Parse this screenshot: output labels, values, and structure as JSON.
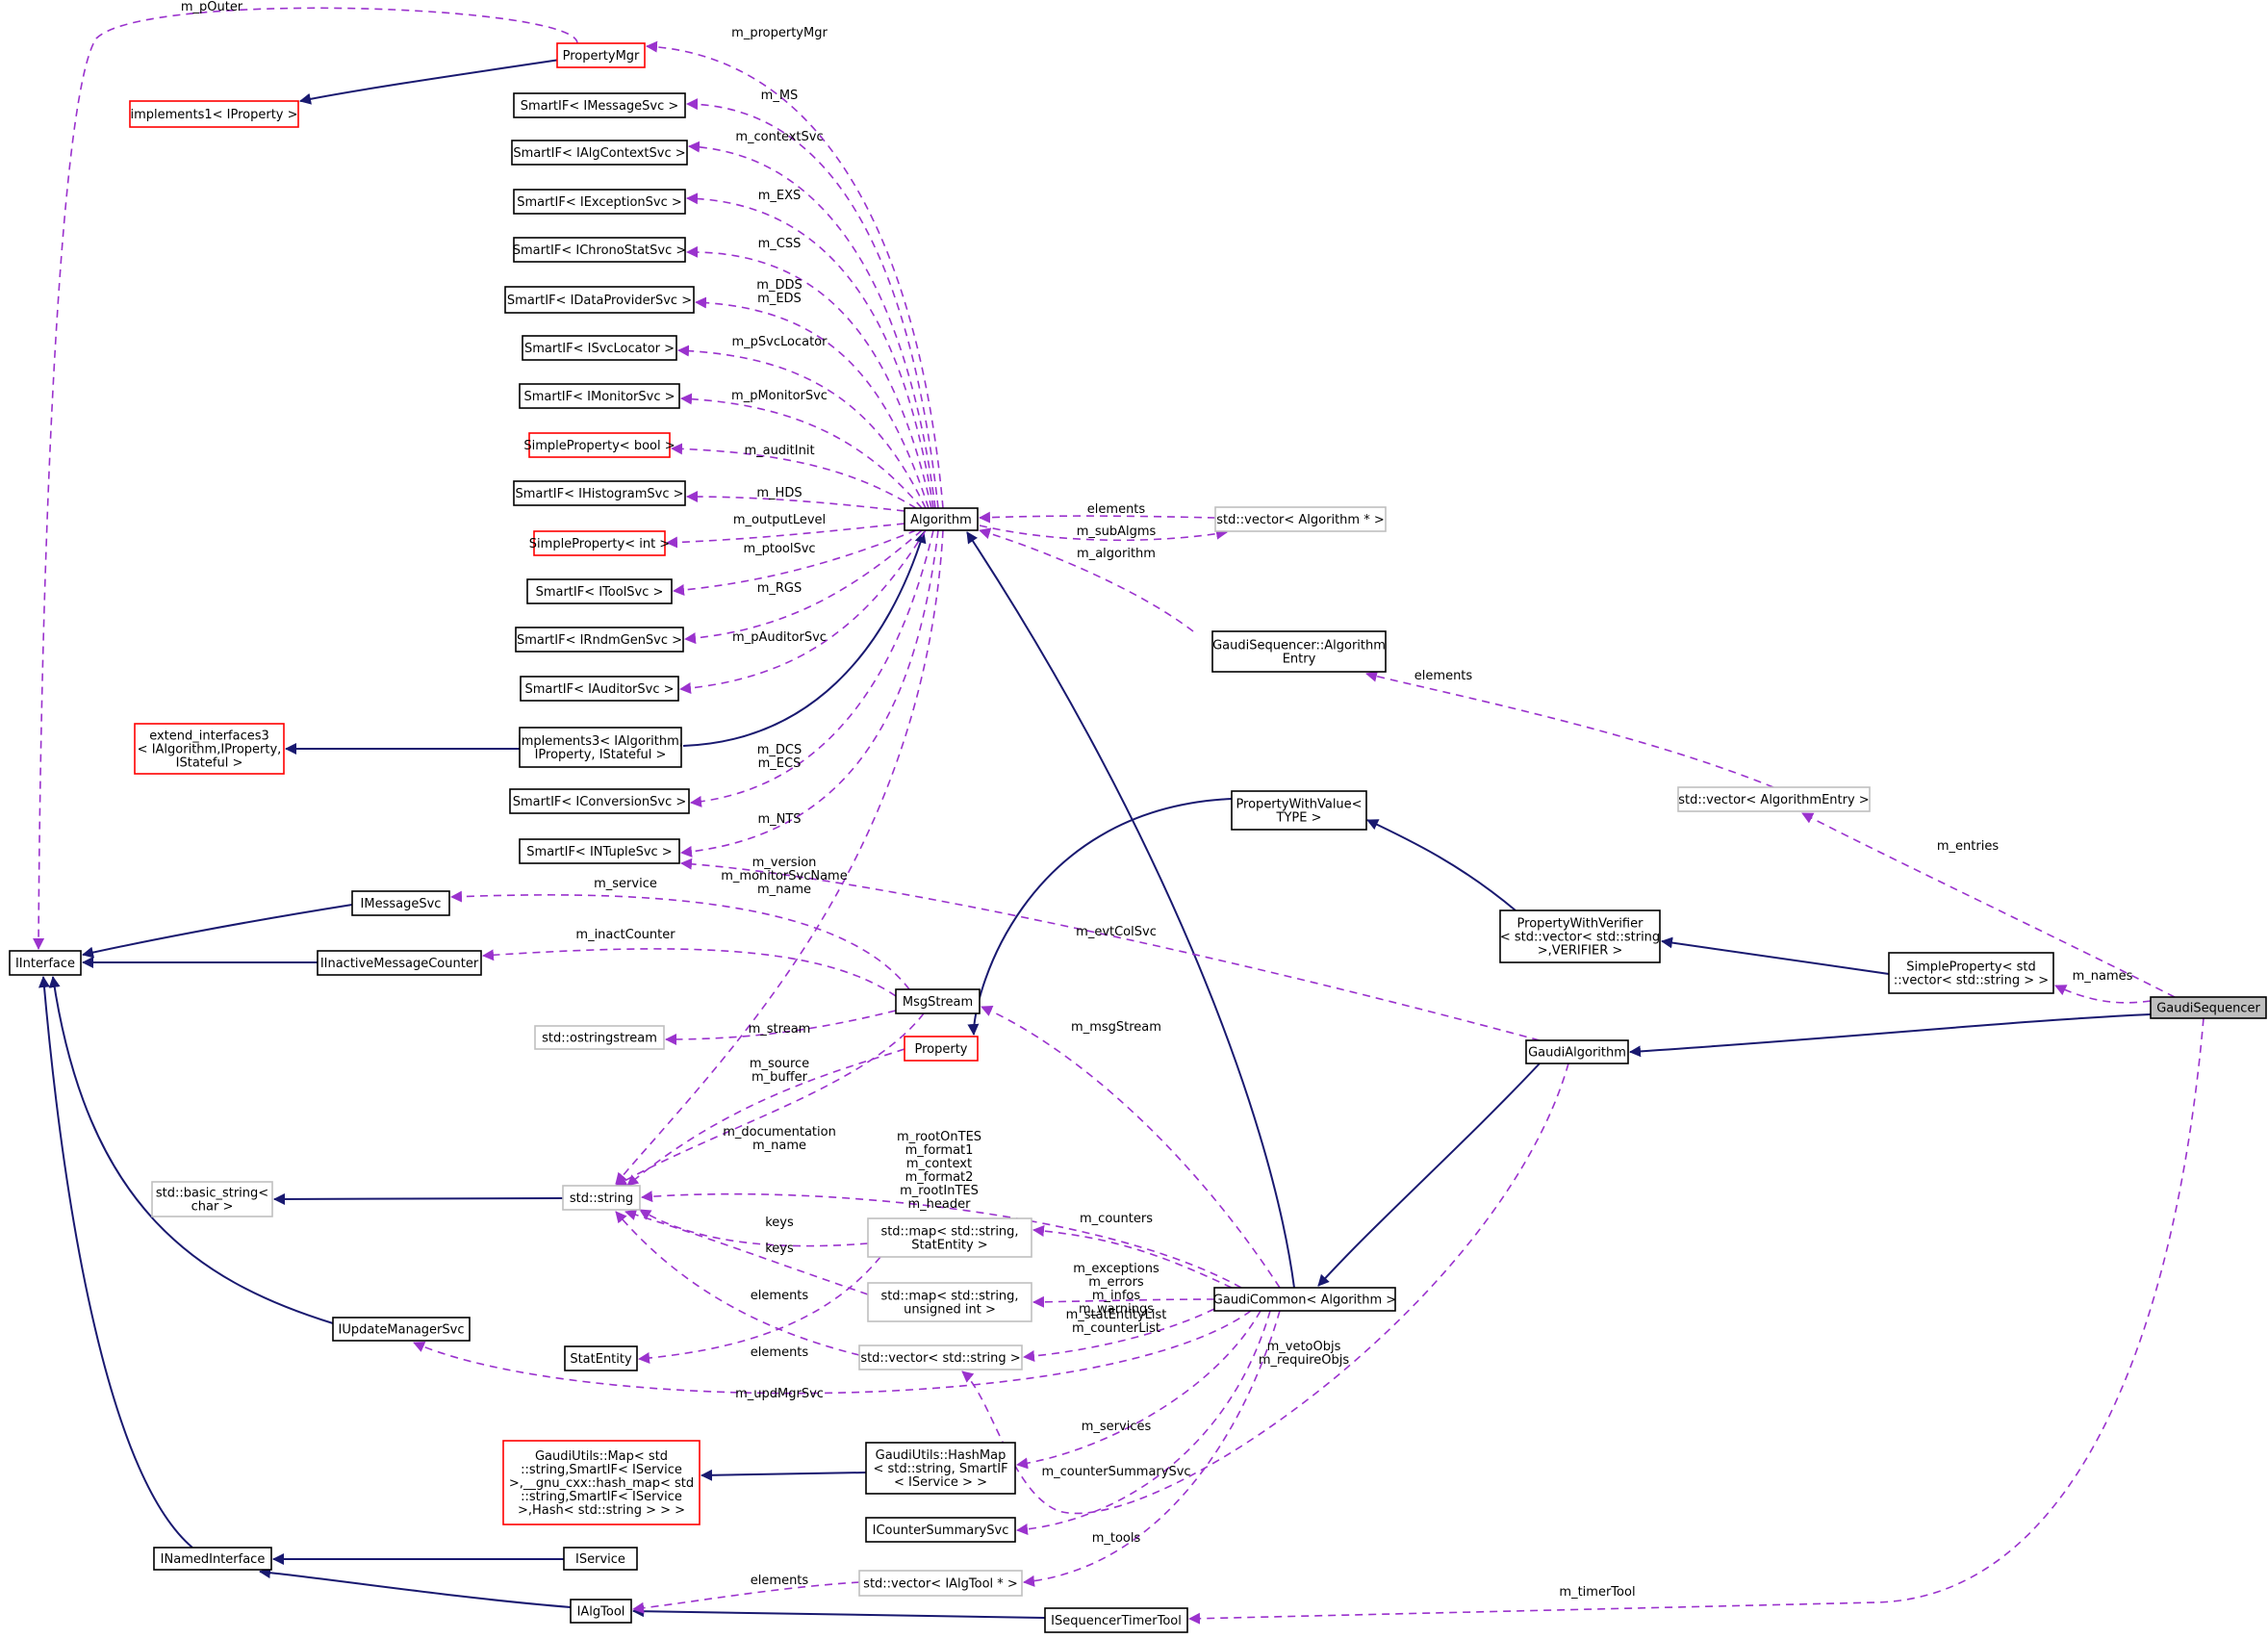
{
  "nodes": [
    {
      "id": "GaudiSequencer",
      "lines": [
        "GaudiSequencer"
      ],
      "style": "highlight"
    },
    {
      "id": "GaudiAlgorithm",
      "lines": [
        "GaudiAlgorithm"
      ],
      "style": "normal"
    },
    {
      "id": "GaudiCommon",
      "lines": [
        "GaudiCommon< Algorithm >"
      ],
      "style": "normal"
    },
    {
      "id": "Algorithm",
      "lines": [
        "Algorithm"
      ],
      "style": "normal"
    },
    {
      "id": "PropertyMgr",
      "lines": [
        "PropertyMgr"
      ],
      "style": "red"
    },
    {
      "id": "implements1",
      "lines": [
        "implements1< IProperty >"
      ],
      "style": "red"
    },
    {
      "id": "IInterface",
      "lines": [
        "IInterface"
      ],
      "style": "normal"
    },
    {
      "id": "SmartIF_IMessageSvc",
      "lines": [
        "SmartIF< IMessageSvc >"
      ],
      "style": "normal"
    },
    {
      "id": "SmartIF_IAlgContextSvc",
      "lines": [
        "SmartIF< IAlgContextSvc >"
      ],
      "style": "normal"
    },
    {
      "id": "SmartIF_IExceptionSvc",
      "lines": [
        "SmartIF< IExceptionSvc >"
      ],
      "style": "normal"
    },
    {
      "id": "SmartIF_IChronoStatSvc",
      "lines": [
        "SmartIF< IChronoStatSvc >"
      ],
      "style": "normal"
    },
    {
      "id": "SmartIF_IDataProviderSvc",
      "lines": [
        "SmartIF< IDataProviderSvc >"
      ],
      "style": "normal"
    },
    {
      "id": "SmartIF_ISvcLocator",
      "lines": [
        "SmartIF< ISvcLocator >"
      ],
      "style": "normal"
    },
    {
      "id": "SmartIF_IMonitorSvc",
      "lines": [
        "SmartIF< IMonitorSvc >"
      ],
      "style": "normal"
    },
    {
      "id": "SimpleProperty_bool",
      "lines": [
        "SimpleProperty< bool >"
      ],
      "style": "red"
    },
    {
      "id": "SmartIF_IHistogramSvc",
      "lines": [
        "SmartIF< IHistogramSvc >"
      ],
      "style": "normal"
    },
    {
      "id": "SimpleProperty_int",
      "lines": [
        "SimpleProperty< int >"
      ],
      "style": "red"
    },
    {
      "id": "SmartIF_IToolSvc",
      "lines": [
        "SmartIF< IToolSvc >"
      ],
      "style": "normal"
    },
    {
      "id": "SmartIF_IRndmGenSvc",
      "lines": [
        "SmartIF< IRndmGenSvc >"
      ],
      "style": "normal"
    },
    {
      "id": "SmartIF_IAuditorSvc",
      "lines": [
        "SmartIF< IAuditorSvc >"
      ],
      "style": "normal"
    },
    {
      "id": "implements3",
      "lines": [
        "implements3< IAlgorithm,",
        "IProperty, IStateful >"
      ],
      "style": "normal"
    },
    {
      "id": "extend_interfaces3",
      "lines": [
        "extend_interfaces3",
        "< IAlgorithm,IProperty,",
        "IStateful >"
      ],
      "style": "red"
    },
    {
      "id": "SmartIF_IConversionSvc",
      "lines": [
        "SmartIF< IConversionSvc >"
      ],
      "style": "normal"
    },
    {
      "id": "SmartIF_INTupleSvc",
      "lines": [
        "SmartIF< INTupleSvc >"
      ],
      "style": "normal"
    },
    {
      "id": "IMessageSvc",
      "lines": [
        "IMessageSvc"
      ],
      "style": "normal"
    },
    {
      "id": "IInactiveMessageCounter",
      "lines": [
        "IInactiveMessageCounter"
      ],
      "style": "normal"
    },
    {
      "id": "MsgStream",
      "lines": [
        "MsgStream"
      ],
      "style": "normal"
    },
    {
      "id": "ostringstream",
      "lines": [
        "std::ostringstream"
      ],
      "style": "grey"
    },
    {
      "id": "Property",
      "lines": [
        "Property"
      ],
      "style": "red"
    },
    {
      "id": "std_string",
      "lines": [
        "std::string"
      ],
      "style": "grey"
    },
    {
      "id": "basic_string",
      "lines": [
        "std::basic_string<",
        "char >"
      ],
      "style": "grey"
    },
    {
      "id": "map_StatEntity",
      "lines": [
        "std::map< std::string,",
        "StatEntity >"
      ],
      "style": "grey"
    },
    {
      "id": "map_uint",
      "lines": [
        "std::map< std::string,",
        "unsigned int >"
      ],
      "style": "grey"
    },
    {
      "id": "vector_string",
      "lines": [
        "std::vector< std::string >"
      ],
      "style": "grey"
    },
    {
      "id": "StatEntity",
      "lines": [
        "StatEntity"
      ],
      "style": "normal"
    },
    {
      "id": "IUpdateManagerSvc",
      "lines": [
        "IUpdateManagerSvc"
      ],
      "style": "normal"
    },
    {
      "id": "GaudiUtilsMap",
      "lines": [
        "GaudiUtils::Map< std",
        "::string,SmartIF< IService",
        ">,__gnu_cxx::hash_map< std",
        "::string,SmartIF< IService",
        ">,Hash< std::string > > >"
      ],
      "style": "red"
    },
    {
      "id": "HashMap",
      "lines": [
        "GaudiUtils::HashMap",
        "< std::string, SmartIF",
        "< IService > >"
      ],
      "style": "normal"
    },
    {
      "id": "ICounterSummarySvc",
      "lines": [
        "ICounterSummarySvc"
      ],
      "style": "normal"
    },
    {
      "id": "INamedInterface",
      "lines": [
        "INamedInterface"
      ],
      "style": "normal"
    },
    {
      "id": "IService",
      "lines": [
        "IService"
      ],
      "style": "normal"
    },
    {
      "id": "IAlgTool",
      "lines": [
        "IAlgTool"
      ],
      "style": "normal"
    },
    {
      "id": "vector_IAlgTool",
      "lines": [
        "std::vector< IAlgTool * >"
      ],
      "style": "grey"
    },
    {
      "id": "ISequencerTimerTool",
      "lines": [
        "ISequencerTimerTool"
      ],
      "style": "normal"
    },
    {
      "id": "vector_Algorithm",
      "lines": [
        "std::vector< Algorithm * >"
      ],
      "style": "grey"
    },
    {
      "id": "AlgorithmEntry",
      "lines": [
        "GaudiSequencer::Algorithm",
        "Entry"
      ],
      "style": "normal"
    },
    {
      "id": "vector_AlgorithmEntry",
      "lines": [
        "std::vector< AlgorithmEntry >"
      ],
      "style": "grey"
    },
    {
      "id": "PropertyWithValue",
      "lines": [
        "PropertyWithValue<",
        "TYPE >"
      ],
      "style": "normal"
    },
    {
      "id": "PropertyWithVerifier",
      "lines": [
        "PropertyWithVerifier",
        "< std::vector< std::string",
        ">,VERIFIER >"
      ],
      "style": "normal"
    },
    {
      "id": "SimpleProperty_vector",
      "lines": [
        "SimpleProperty< std",
        "::vector< std::string > >"
      ],
      "style": "normal"
    }
  ],
  "edges": [
    {
      "type": "inherit",
      "from": "GaudiSequencer",
      "to": "GaudiAlgorithm",
      "label": []
    },
    {
      "type": "inherit",
      "from": "GaudiAlgorithm",
      "to": "GaudiCommon",
      "label": []
    },
    {
      "type": "inherit",
      "from": "GaudiCommon",
      "to": "Algorithm",
      "label": []
    },
    {
      "type": "inherit",
      "from": "implements3",
      "to": "Algorithm",
      "label": []
    },
    {
      "type": "inherit",
      "from": "implements3",
      "to": "extend_interfaces3",
      "label": []
    },
    {
      "type": "inherit",
      "from": "PropertyMgr",
      "to": "implements1",
      "label": []
    },
    {
      "type": "inherit",
      "from": "IMessageSvc",
      "to": "IInterface",
      "label": []
    },
    {
      "type": "inherit",
      "from": "IInactiveMessageCounter",
      "to": "IInterface",
      "label": []
    },
    {
      "type": "inherit",
      "from": "IUpdateManagerSvc",
      "to": "IInterface",
      "label": []
    },
    {
      "type": "inherit",
      "from": "INamedInterface",
      "to": "IInterface",
      "label": []
    },
    {
      "type": "inherit",
      "from": "IService",
      "to": "INamedInterface",
      "label": []
    },
    {
      "type": "inherit",
      "from": "IAlgTool",
      "to": "INamedInterface",
      "label": []
    },
    {
      "type": "inherit",
      "from": "ISequencerTimerTool",
      "to": "IAlgTool",
      "label": []
    },
    {
      "type": "inherit",
      "from": "std_string",
      "to": "basic_string",
      "label": []
    },
    {
      "type": "inherit",
      "from": "HashMap",
      "to": "GaudiUtilsMap",
      "label": []
    },
    {
      "type": "inherit",
      "from": "PropertyWithValue",
      "to": "Property",
      "label": []
    },
    {
      "type": "inherit",
      "from": "PropertyWithVerifier",
      "to": "PropertyWithValue",
      "label": []
    },
    {
      "type": "inherit",
      "from": "SimpleProperty_vector",
      "to": "PropertyWithVerifier",
      "label": []
    },
    {
      "type": "assoc",
      "from": "PropertyMgr",
      "to": "IInterface",
      "label": [
        "m_pOuter"
      ]
    },
    {
      "type": "assoc",
      "from": "Algorithm",
      "to": "PropertyMgr",
      "label": [
        "m_propertyMgr"
      ]
    },
    {
      "type": "assoc",
      "from": "Algorithm",
      "to": "SmartIF_IMessageSvc",
      "label": [
        "m_MS"
      ]
    },
    {
      "type": "assoc",
      "from": "Algorithm",
      "to": "SmartIF_IAlgContextSvc",
      "label": [
        "m_contextSvc"
      ]
    },
    {
      "type": "assoc",
      "from": "Algorithm",
      "to": "SmartIF_IExceptionSvc",
      "label": [
        "m_EXS"
      ]
    },
    {
      "type": "assoc",
      "from": "Algorithm",
      "to": "SmartIF_IChronoStatSvc",
      "label": [
        "m_CSS"
      ]
    },
    {
      "type": "assoc",
      "from": "Algorithm",
      "to": "SmartIF_IDataProviderSvc",
      "label": [
        "m_DDS",
        "m_EDS"
      ]
    },
    {
      "type": "assoc",
      "from": "Algorithm",
      "to": "SmartIF_ISvcLocator",
      "label": [
        "m_pSvcLocator"
      ]
    },
    {
      "type": "assoc",
      "from": "Algorithm",
      "to": "SmartIF_IMonitorSvc",
      "label": [
        "m_pMonitorSvc"
      ]
    },
    {
      "type": "assoc",
      "from": "Algorithm",
      "to": "SimpleProperty_bool",
      "label": [
        "m_auditInit"
      ]
    },
    {
      "type": "assoc",
      "from": "Algorithm",
      "to": "SmartIF_IHistogramSvc",
      "label": [
        "m_HDS"
      ]
    },
    {
      "type": "assoc",
      "from": "Algorithm",
      "to": "SimpleProperty_int",
      "label": [
        "m_outputLevel"
      ]
    },
    {
      "type": "assoc",
      "from": "Algorithm",
      "to": "SmartIF_IToolSvc",
      "label": [
        "m_ptoolSvc"
      ]
    },
    {
      "type": "assoc",
      "from": "Algorithm",
      "to": "SmartIF_IRndmGenSvc",
      "label": [
        "m_RGS"
      ]
    },
    {
      "type": "assoc",
      "from": "Algorithm",
      "to": "SmartIF_IAuditorSvc",
      "label": [
        "m_pAuditorSvc"
      ]
    },
    {
      "type": "assoc",
      "from": "Algorithm",
      "to": "SmartIF_IConversionSvc",
      "label": [
        "m_DCS",
        "m_ECS"
      ]
    },
    {
      "type": "assoc",
      "from": "Algorithm",
      "to": "SmartIF_INTupleSvc",
      "label": [
        "m_NTS"
      ]
    },
    {
      "type": "assoc",
      "from": "Algorithm",
      "to": "std_string",
      "label": [
        "m_version",
        "m_monitorSvcName",
        "m_name"
      ]
    },
    {
      "type": "assoc",
      "from": "vector_Algorithm",
      "to": "Algorithm",
      "label": [
        "elements"
      ]
    },
    {
      "type": "assoc",
      "from": "Algorithm",
      "to": "vector_Algorithm",
      "label": [
        "m_subAlgms"
      ]
    },
    {
      "type": "assoc",
      "from": "AlgorithmEntry",
      "to": "Algorithm",
      "label": [
        "m_algorithm"
      ]
    },
    {
      "type": "assoc",
      "from": "vector_AlgorithmEntry",
      "to": "AlgorithmEntry",
      "label": [
        "elements"
      ]
    },
    {
      "type": "assoc",
      "from": "GaudiSequencer",
      "to": "vector_AlgorithmEntry",
      "label": [
        "m_entries"
      ]
    },
    {
      "type": "assoc",
      "from": "GaudiSequencer",
      "to": "SimpleProperty_vector",
      "label": [
        "m_names"
      ]
    },
    {
      "type": "assoc",
      "from": "GaudiSequencer",
      "to": "ISequencerTimerTool",
      "label": [
        "m_timerTool"
      ]
    },
    {
      "type": "assoc",
      "from": "MsgStream",
      "to": "IMessageSvc",
      "label": [
        "m_service"
      ]
    },
    {
      "type": "assoc",
      "from": "MsgStream",
      "to": "IInactiveMessageCounter",
      "label": [
        "m_inactCounter"
      ]
    },
    {
      "type": "assoc",
      "from": "GaudiAlgorithm",
      "to": "SmartIF_INTupleSvc",
      "label": [
        "m_evtColSvc"
      ]
    },
    {
      "type": "assoc",
      "from": "MsgStream",
      "to": "ostringstream",
      "label": [
        "m_stream"
      ]
    },
    {
      "type": "assoc",
      "from": "MsgStream",
      "to": "std_string",
      "label": [
        "m_source",
        "m_buffer"
      ]
    },
    {
      "type": "assoc",
      "from": "Property",
      "to": "std_string",
      "label": [
        "m_documentation",
        "m_name"
      ]
    },
    {
      "type": "assoc",
      "from": "GaudiCommon",
      "to": "MsgStream",
      "label": [
        "m_msgStream"
      ]
    },
    {
      "type": "assoc",
      "from": "GaudiCommon",
      "to": "std_string",
      "label": [
        "m_rootOnTES",
        "m_format1",
        "m_context",
        "m_format2",
        "m_rootInTES",
        "m_header"
      ]
    },
    {
      "type": "assoc",
      "from": "map_StatEntity",
      "to": "std_string",
      "label": [
        "keys"
      ]
    },
    {
      "type": "assoc",
      "from": "map_uint",
      "to": "std_string",
      "label": [
        "keys"
      ]
    },
    {
      "type": "assoc",
      "from": "vector_string",
      "to": "std_string",
      "label": [
        "elements"
      ]
    },
    {
      "type": "assoc",
      "from": "map_StatEntity",
      "to": "StatEntity",
      "label": [
        "elements"
      ]
    },
    {
      "type": "assoc",
      "from": "GaudiCommon",
      "to": "map_StatEntity",
      "label": [
        "m_counters"
      ]
    },
    {
      "type": "assoc",
      "from": "GaudiCommon",
      "to": "map_uint",
      "label": [
        "m_exceptions",
        "m_errors",
        "m_infos",
        "m_warnings"
      ]
    },
    {
      "type": "assoc",
      "from": "GaudiCommon",
      "to": "vector_string",
      "label": [
        "m_statEntityList",
        "m_counterList"
      ]
    },
    {
      "type": "assoc",
      "from": "GaudiCommon",
      "to": "IUpdateManagerSvc",
      "label": [
        "m_updMgrSvc"
      ]
    },
    {
      "type": "assoc",
      "from": "GaudiCommon",
      "to": "HashMap",
      "label": [
        "m_services"
      ]
    },
    {
      "type": "assoc",
      "from": "GaudiCommon",
      "to": "ICounterSummarySvc",
      "label": [
        "m_counterSummarySvc"
      ]
    },
    {
      "type": "assoc",
      "from": "GaudiCommon",
      "to": "vector_IAlgTool",
      "label": [
        "m_tools"
      ]
    },
    {
      "type": "assoc",
      "from": "vector_IAlgTool",
      "to": "IAlgTool",
      "label": [
        "elements"
      ]
    },
    {
      "type": "assoc",
      "from": "GaudiAlgorithm",
      "to": "vector_string",
      "label": [
        "m_vetoObjs",
        "m_requireObjs"
      ]
    }
  ]
}
